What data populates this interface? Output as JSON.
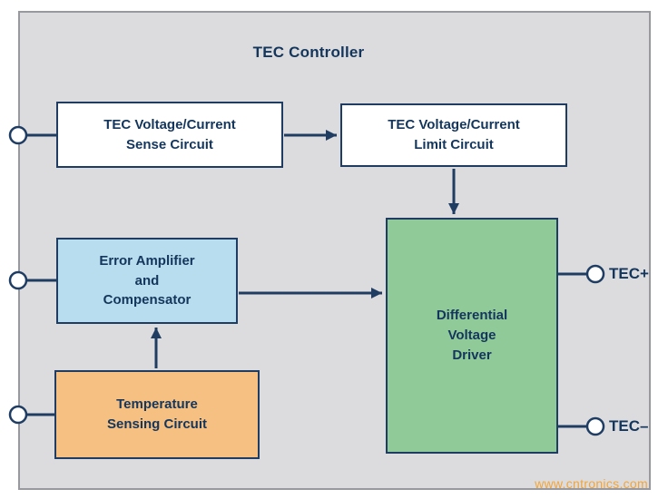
{
  "diagram": {
    "title": "TEC Controller",
    "blocks": {
      "sense_circuit": {
        "label": "TEC Voltage/Current\nSense Circuit",
        "fill": "#ffffff"
      },
      "limit_circuit": {
        "label": "TEC Voltage/Current\nLimit Circuit",
        "fill": "#ffffff"
      },
      "error_amplifier": {
        "label": "Error Amplifier\nand\nCompensator",
        "fill": "#b8ddee"
      },
      "temperature_sensing": {
        "label": "Temperature\nSensing Circuit",
        "fill": "#f7c083"
      },
      "voltage_driver": {
        "label": "Differential\nVoltage\nDriver",
        "fill": "#90ca99"
      }
    },
    "terminals": {
      "tec_plus": "TEC+",
      "tec_minus": "TEC–"
    },
    "watermark": "www.cntronics.com",
    "colors": {
      "outline_navy": "#1f3d62",
      "text_navy": "#14365c",
      "panel_background": "#dcdcde",
      "panel_border": "#98989f",
      "watermark_orange": "#f2a53a"
    }
  }
}
